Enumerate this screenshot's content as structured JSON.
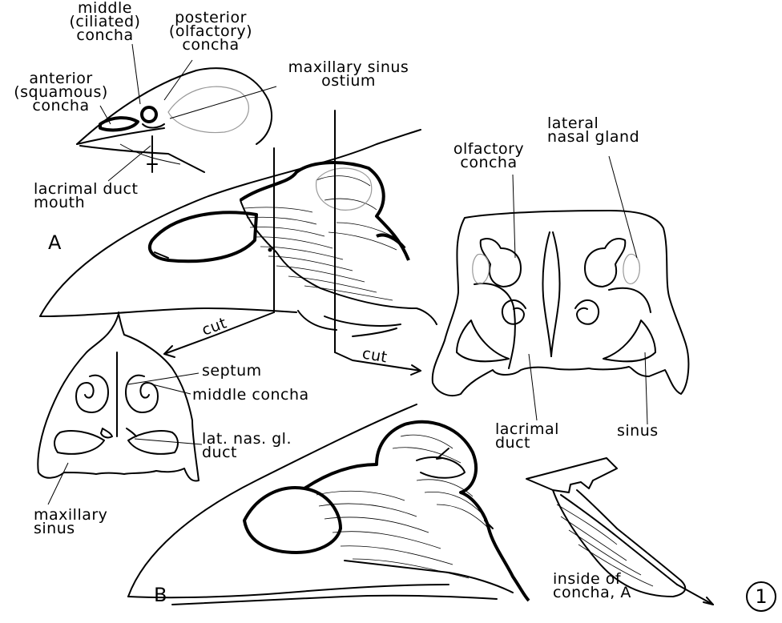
{
  "figure": {
    "number": "1",
    "panel_a": "A",
    "panel_b": "B"
  },
  "labels": {
    "middle_concha": [
      "middle",
      "(ciliated)",
      "concha"
    ],
    "posterior_concha": [
      "posterior",
      "(olfactory)",
      "concha"
    ],
    "maxillary_sinus_ostium": [
      "maxillary sinus",
      "ostium"
    ],
    "anterior_concha": [
      "anterior",
      "(squamous)",
      "concha"
    ],
    "lacrimal_duct_mouth": [
      "lacrimal duct",
      "mouth"
    ],
    "olfactory_concha": [
      "olfactory",
      "concha"
    ],
    "lateral_nasal_gland": [
      "lateral",
      "nasal gland"
    ],
    "cut_1": "cut",
    "cut_2": "cut",
    "septum": "septum",
    "middle_concha_section": "middle concha",
    "lat_nas_gl_duct": [
      "lat. nas. gl.",
      "duct"
    ],
    "lacrimal_duct": [
      "lacrimal",
      "duct"
    ],
    "sinus": "sinus",
    "maxillary_sinus": [
      "maxillary",
      "sinus"
    ],
    "inside_of_concha": [
      "inside of",
      "concha, A"
    ]
  }
}
